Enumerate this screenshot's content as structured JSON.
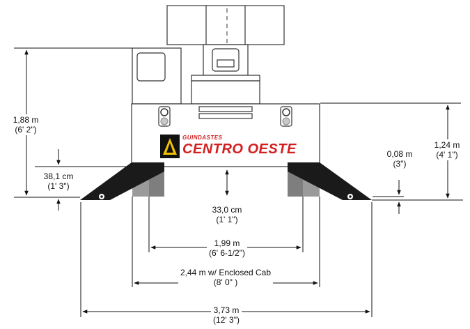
{
  "dimensions": {
    "overall_height": {
      "metric": "1,88 m",
      "imperial": "(6' 2\")"
    },
    "deck_height": {
      "metric": "1,24 m",
      "imperial": "(4' 1\")"
    },
    "outrigger_height": {
      "metric": "38,1 cm",
      "imperial": "(1' 3\")"
    },
    "pad_clearance": {
      "metric": "0,08 m",
      "imperial": "(3\")"
    },
    "ground_clearance": {
      "metric": "33,0 cm",
      "imperial": "(1' 1\")"
    },
    "track_width": {
      "metric": "1,99 m",
      "imperial": "(6' 6-1/2\")"
    },
    "cab_width": {
      "metric": "2,44 m w/ Enclosed Cab",
      "imperial": "(8' 0\" )"
    },
    "outrigger_span": {
      "metric": "3,73 m",
      "imperial": "(12' 3\")"
    }
  },
  "logo": {
    "top_line": "GUINDASTES",
    "brand_name": "CENTRO OESTE",
    "colors": {
      "text": "#d21f1f",
      "mark": "#f2c200",
      "outline": "#111111"
    }
  },
  "colors": {
    "machine_outline": "#333333",
    "outrigger": "#1a1a1a",
    "wheel": "#9a9a9a",
    "dimension_line": "#111111"
  }
}
